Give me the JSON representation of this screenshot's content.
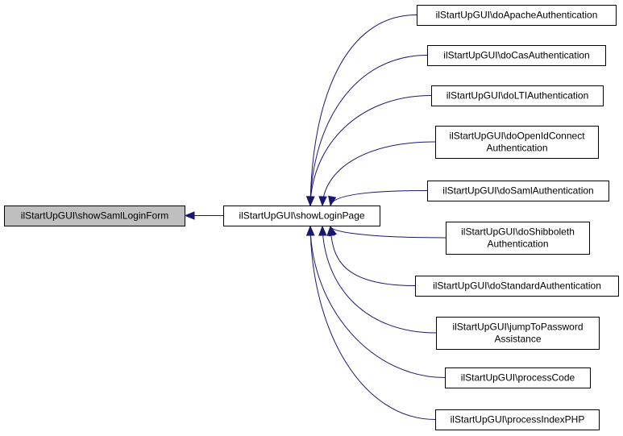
{
  "colors": {
    "edge": "#191970",
    "current_node_fill": "#bfbfbf",
    "node_fill": "#ffffff",
    "node_border": "#000000"
  },
  "nodes": [
    {
      "id": "showSamlLoginForm",
      "lines": [
        "ilStartUpGUI\\showSamlLoginForm"
      ],
      "current": true
    },
    {
      "id": "showLoginPage",
      "lines": [
        "ilStartUpGUI\\showLoginPage"
      ]
    },
    {
      "id": "doApacheAuthentication",
      "lines": [
        "ilStartUpGUI\\doApacheAuthentication"
      ]
    },
    {
      "id": "doCasAuthentication",
      "lines": [
        "ilStartUpGUI\\doCasAuthentication"
      ]
    },
    {
      "id": "doLTIAuthentication",
      "lines": [
        "ilStartUpGUI\\doLTIAuthentication"
      ]
    },
    {
      "id": "doOpenIdConnectAuthentication",
      "lines": [
        "ilStartUpGUI\\doOpenIdConnect",
        "Authentication"
      ]
    },
    {
      "id": "doSamlAuthentication",
      "lines": [
        "ilStartUpGUI\\doSamlAuthentication"
      ]
    },
    {
      "id": "doShibbolethAuthentication",
      "lines": [
        "ilStartUpGUI\\doShibboleth",
        "Authentication"
      ]
    },
    {
      "id": "doStandardAuthentication",
      "lines": [
        "ilStartUpGUI\\doStandardAuthentication"
      ]
    },
    {
      "id": "jumpToPasswordAssistance",
      "lines": [
        "ilStartUpGUI\\jumpToPassword",
        "Assistance"
      ]
    },
    {
      "id": "processCode",
      "lines": [
        "ilStartUpGUI\\processCode"
      ]
    },
    {
      "id": "processIndexPHP",
      "lines": [
        "ilStartUpGUI\\processIndexPHP"
      ]
    }
  ],
  "edges": [
    {
      "from": "showLoginPage",
      "to": "showSamlLoginForm"
    },
    {
      "from": "doApacheAuthentication",
      "to": "showLoginPage"
    },
    {
      "from": "doCasAuthentication",
      "to": "showLoginPage"
    },
    {
      "from": "doLTIAuthentication",
      "to": "showLoginPage"
    },
    {
      "from": "doOpenIdConnectAuthentication",
      "to": "showLoginPage"
    },
    {
      "from": "doSamlAuthentication",
      "to": "showLoginPage"
    },
    {
      "from": "doShibbolethAuthentication",
      "to": "showLoginPage"
    },
    {
      "from": "doStandardAuthentication",
      "to": "showLoginPage"
    },
    {
      "from": "jumpToPasswordAssistance",
      "to": "showLoginPage"
    },
    {
      "from": "processCode",
      "to": "showLoginPage"
    },
    {
      "from": "processIndexPHP",
      "to": "showLoginPage"
    }
  ]
}
